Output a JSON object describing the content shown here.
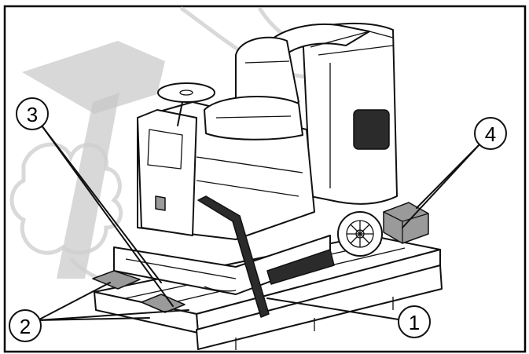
{
  "diagram": {
    "callouts": [
      {
        "id": "1",
        "label": "1"
      },
      {
        "id": "2",
        "label": "2"
      },
      {
        "id": "3",
        "label": "3"
      },
      {
        "id": "4",
        "label": "4"
      }
    ]
  },
  "colors": {
    "line": "#111111",
    "strap": "#2b2b2b",
    "block": "#9a9a9a",
    "watermark": "#c8c8c8"
  }
}
